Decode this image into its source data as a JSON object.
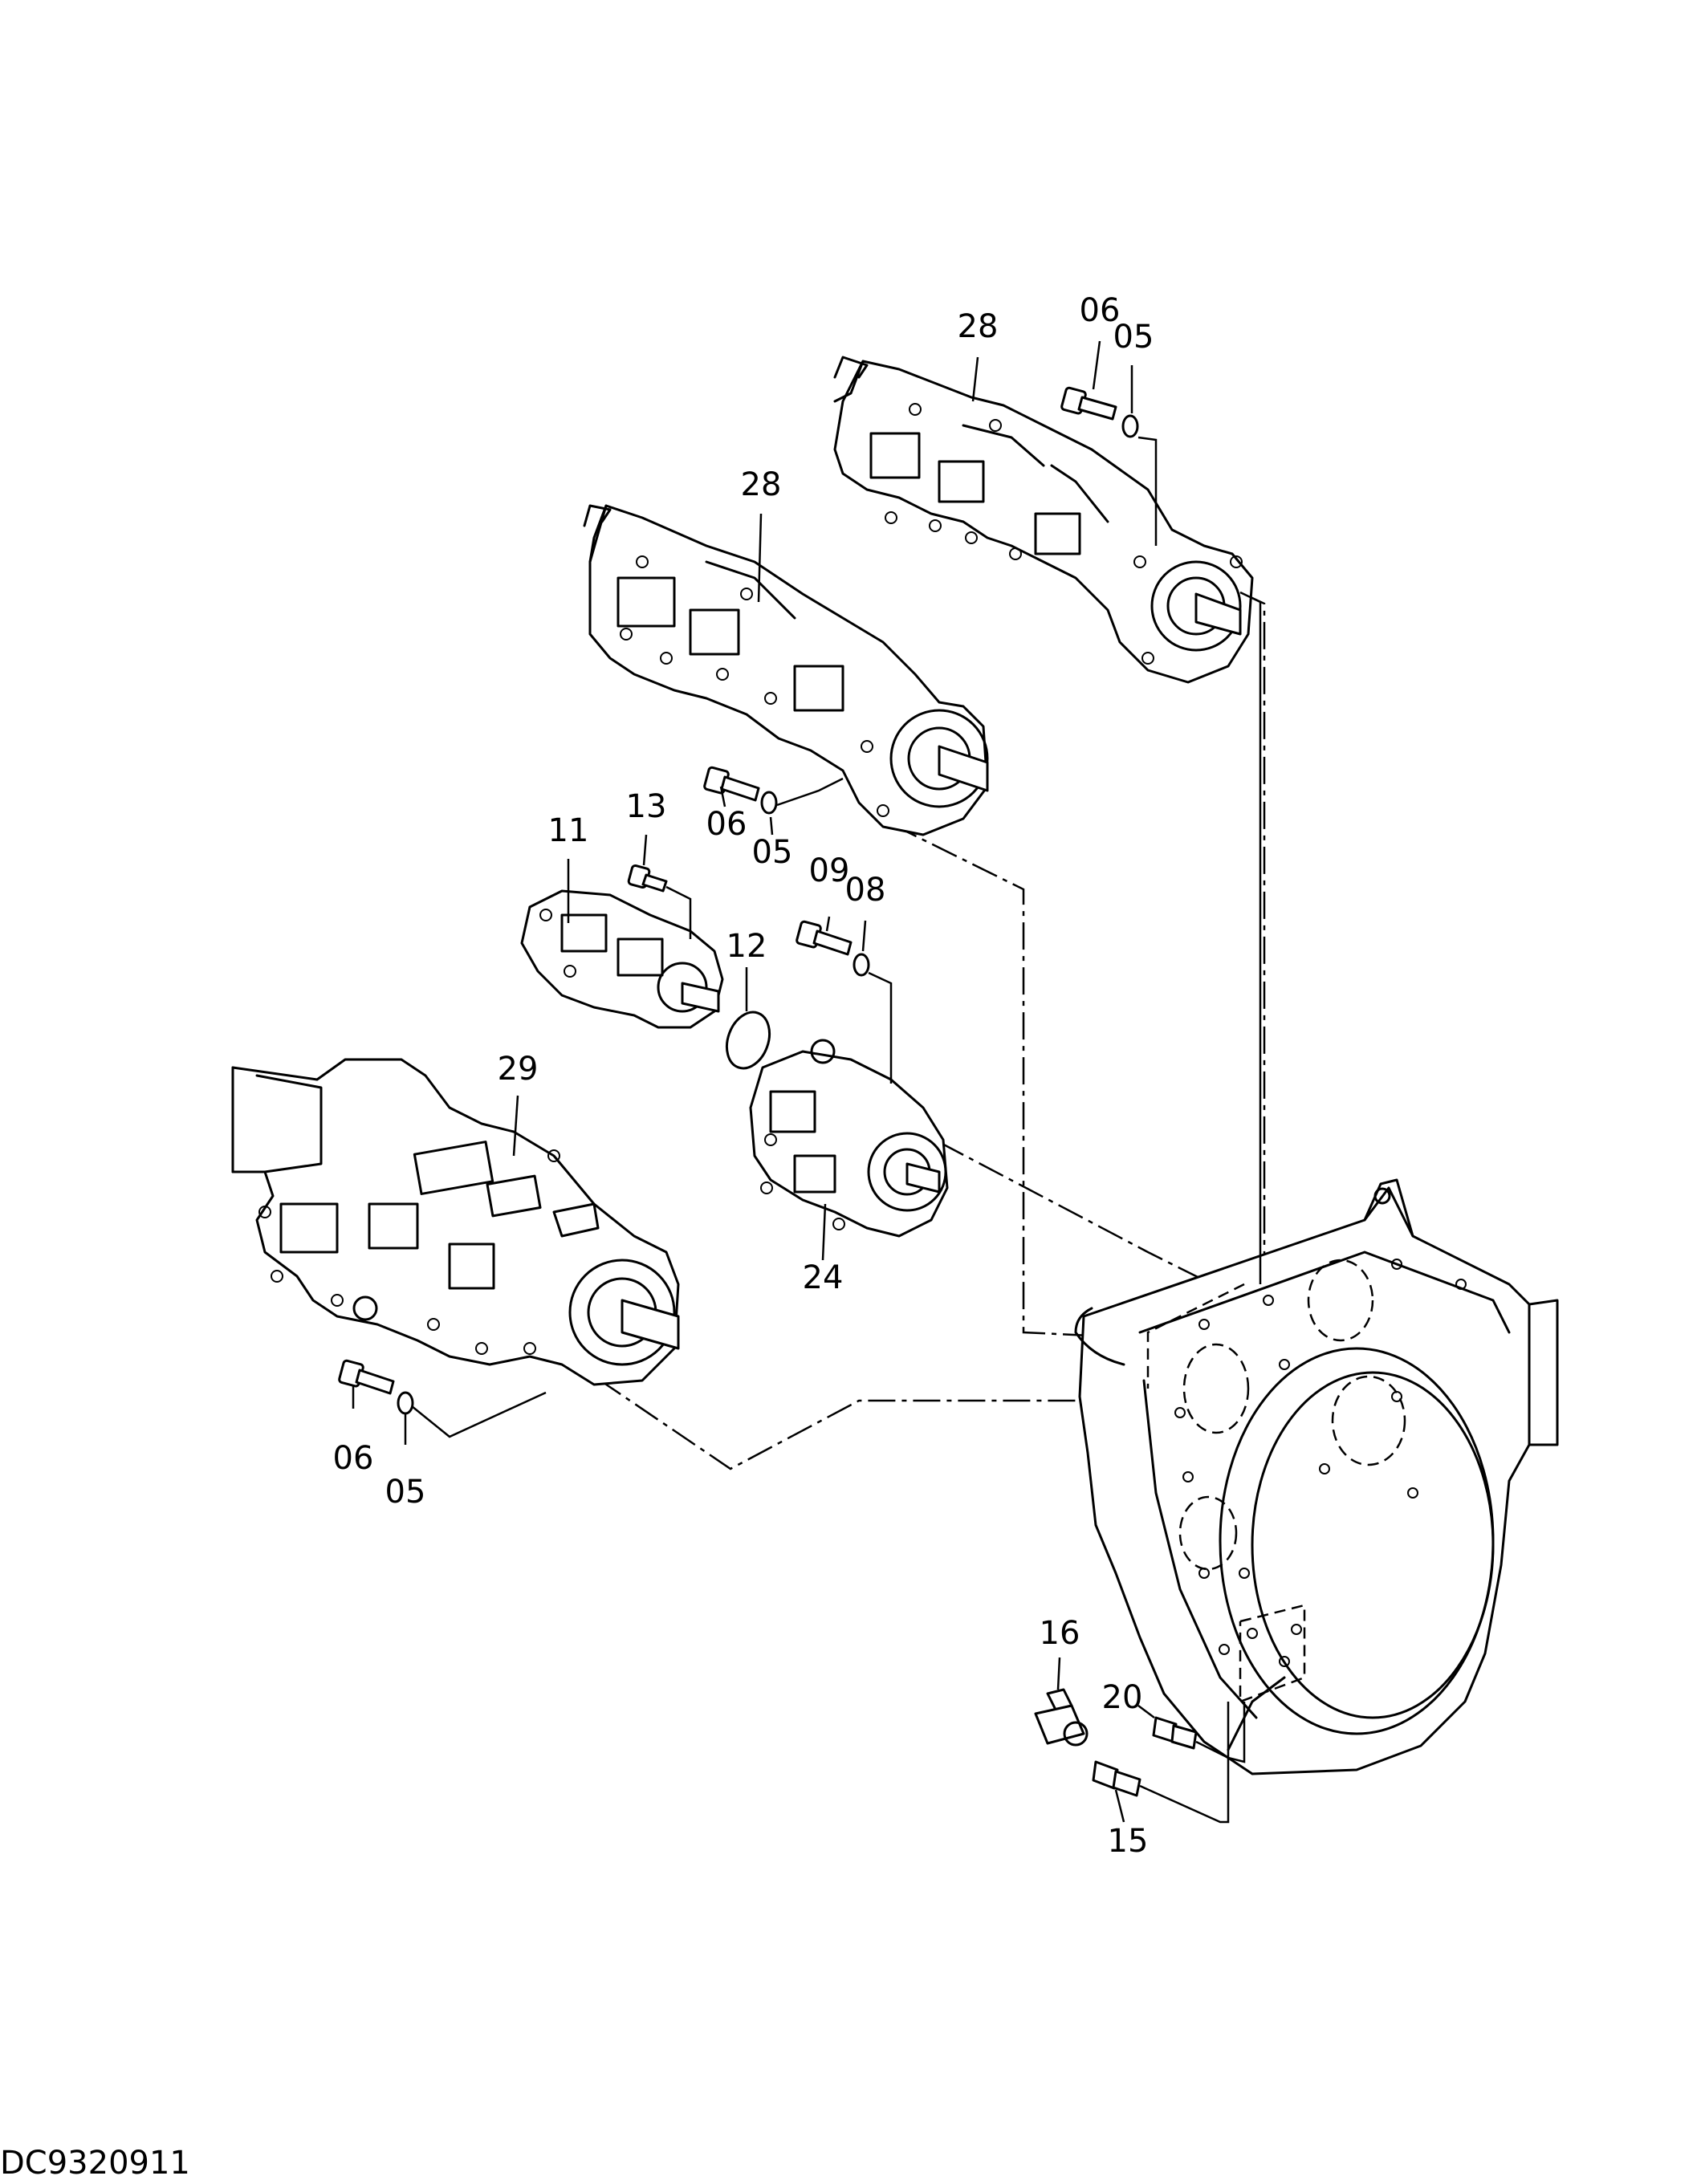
{
  "drawing": {
    "code": "DC9320911",
    "callouts": {
      "c28a": "28",
      "c06a": "06",
      "c05a": "05",
      "c28b": "28",
      "c06b": "06",
      "c05b": "05",
      "c11": "11",
      "c13": "13",
      "c12": "12",
      "c09": "09",
      "c08": "08",
      "c24": "24",
      "c29": "29",
      "c06c": "06",
      "c05c": "05",
      "c16": "16",
      "c20": "20",
      "c15": "15"
    }
  }
}
